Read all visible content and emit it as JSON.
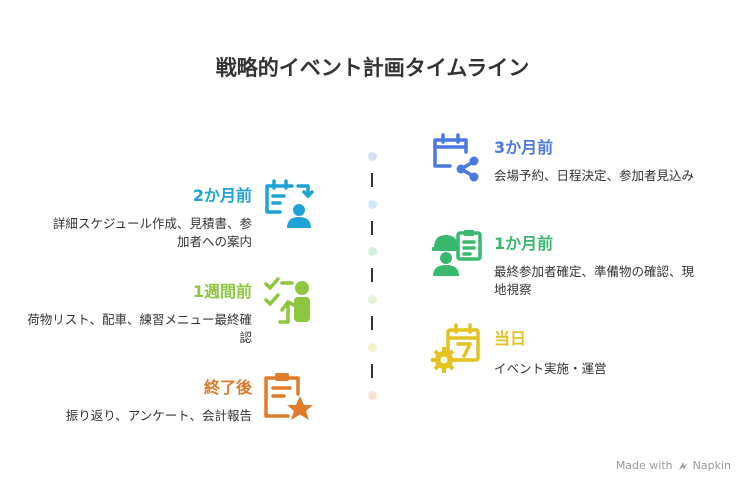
{
  "title": "戦略的イベント計画タイムライン",
  "items": [
    {
      "title": "3か月前",
      "desc": "会場予約、日程決定、参加者見込み",
      "color": "#4a79e0",
      "icon": "calendar-share-icon"
    },
    {
      "title": "2か月前",
      "desc": "詳細スケジュール作成、見積書、参加者への案内",
      "color": "#1ea3d6",
      "icon": "schedule-person-icon"
    },
    {
      "title": "1か月前",
      "desc": "最終参加者確定、準備物の確認、現地視察",
      "color": "#38b96e",
      "icon": "worker-clipboard-icon"
    },
    {
      "title": "1週間前",
      "desc": "荷物リスト、配車、練習メニュー最終確認",
      "color": "#8dc63f",
      "icon": "checklist-person-icon"
    },
    {
      "title": "当日",
      "desc": "イベント実施・運営",
      "color": "#e4c21f",
      "icon": "calendar-gear-icon"
    },
    {
      "title": "終了後",
      "desc": "振り返り、アンケート、会計報告",
      "color": "#e07b2a",
      "icon": "clipboard-star-icon"
    }
  ],
  "footer": {
    "made_with": "Made with",
    "brand": "Napkin"
  }
}
